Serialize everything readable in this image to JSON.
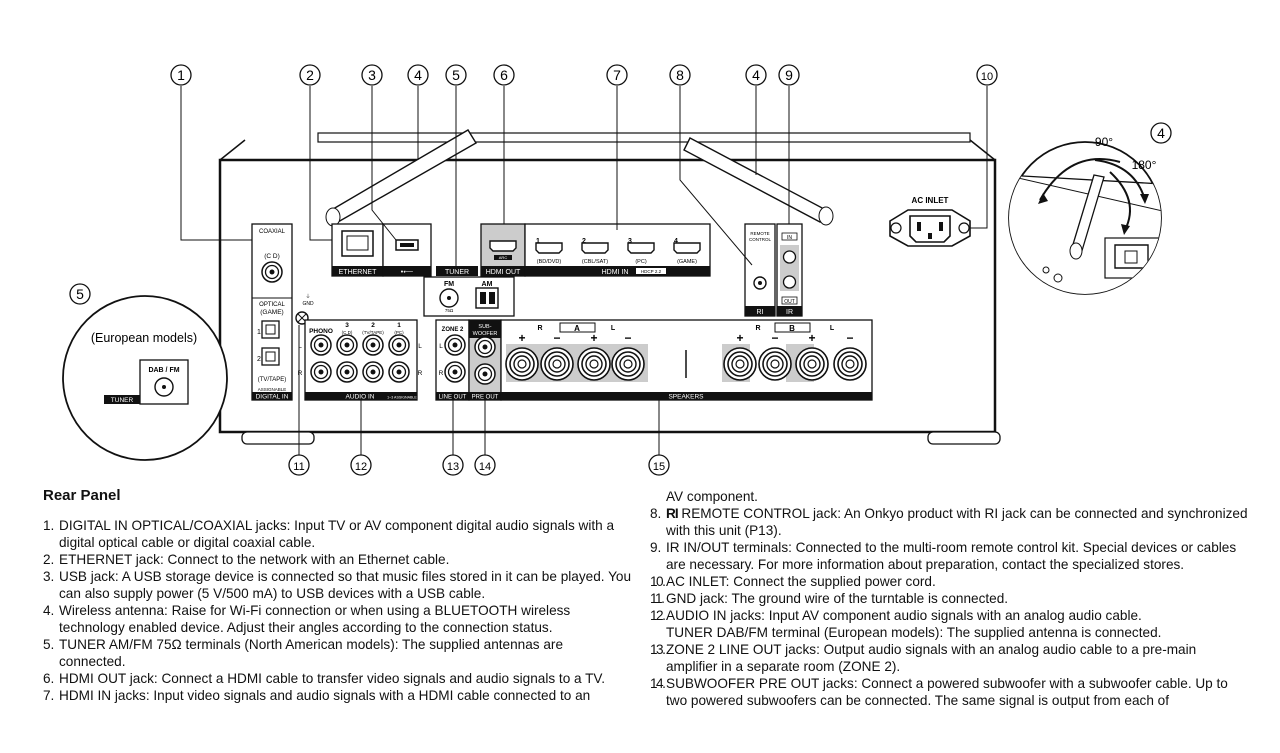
{
  "diagram": {
    "callouts": [
      "1",
      "2",
      "3",
      "4",
      "5",
      "6",
      "7",
      "8",
      "4",
      "9",
      "10",
      "4",
      "5",
      "11",
      "12",
      "13",
      "14",
      "15"
    ],
    "angles": {
      "a90": "90°",
      "a180": "180°"
    },
    "panel": {
      "coaxial": "COAXIAL",
      "cd": "(C D)",
      "optical": "OPTICAL",
      "game": "(GAME)",
      "tvtape": "(TV/TAPE)",
      "assignable": "ASSIGNABLE",
      "digital_in": "DIGITAL IN",
      "ethernet": "ETHERNET",
      "usb": "•⟵",
      "tuner": "TUNER",
      "hdmi_out": "HDMI OUT",
      "arc": "ARC",
      "hdmi_in": "HDMI IN",
      "hdcp": "HDCP 2.2",
      "hdmi_inputs": [
        {
          "n": "1",
          "l": "(BD/DVD)"
        },
        {
          "n": "2",
          "l": "(CBL/SAT)"
        },
        {
          "n": "3",
          "l": "(PC)"
        },
        {
          "n": "4",
          "l": "(GAME)"
        }
      ],
      "remote_control": "REMOTE CONTROL",
      "ri": "RI",
      "ir_in": "IN",
      "ir_out": "OUT",
      "ir": "IR",
      "ac_inlet": "AC INLET",
      "fm": "FM",
      "am": "AM",
      "ohm": "75Ω",
      "gnd": "GND",
      "phono": "PHONO",
      "audio_cols": [
        {
          "n": "3",
          "l": "(C D)"
        },
        {
          "n": "2",
          "l": "(TV/TAPE)"
        },
        {
          "n": "1",
          "l": "(PC)"
        }
      ],
      "audio_in": "AUDIO IN",
      "audio_in_note": "1~3 ASSIGNABLE",
      "zone2": "ZONE 2",
      "sub": "SUB-WOOFER",
      "line_out": "LINE OUT",
      "pre_out": "PRE OUT",
      "speakers": "SPEAKERS",
      "spk_a": "A",
      "spk_b": "B",
      "L": "L",
      "R": "R",
      "plus": "+",
      "minus": "−"
    },
    "inset": {
      "european": "(European models)",
      "dab_fm": "DAB / FM",
      "tuner": "TUNER"
    }
  },
  "doc": {
    "title": "Rear Panel",
    "left_items": [
      {
        "num": "1.",
        "text": "DIGITAL IN OPTICAL/COAXIAL jacks:  Input TV or AV component digital audio signals with a digital optical cable or digital coaxial cable."
      },
      {
        "num": "2.",
        "text": "ETHERNET jack:  Connect to the network with an Ethernet cable."
      },
      {
        "num": "3.",
        "text": "USB jack:  A USB storage device is connected so that music files stored in it can be played. You can also supply power (5 V/500 mA) to USB devices with a USB cable."
      },
      {
        "num": "4.",
        "text": "Wireless antenna:  Raise for Wi-Fi connection or when using a BLUETOOTH wireless technology enabled device. Adjust their angles according to the connection status."
      },
      {
        "num": "5.",
        "text": "TUNER AM/FM 75Ω terminals (North American models): The supplied antennas are connected."
      },
      {
        "num": "6.",
        "text": "HDMI OUT jack:  Connect a HDMI cable to transfer video signals and audio signals to a TV."
      },
      {
        "num": "7.",
        "text": "HDMI IN jacks:  Input video signals and audio signals with a HDMI cable connected to an"
      }
    ],
    "right_cont": "AV component.",
    "item8_num": "8.",
    "item8_icon": "RI",
    "item8_text": " REMOTE CONTROL jack: An Onkyo product with RI jack can be connected and synchronized with this unit (P13).",
    "right_items": [
      {
        "num": "9.",
        "text": "IR IN/OUT terminals:  Connected to the multi-room remote control kit. Special devices or cables are necessary. For more information about preparation, contact the specialized stores."
      },
      {
        "num": "10.",
        "text": "AC INLET: Connect the supplied power cord."
      },
      {
        "num": "11.",
        "text": "GND jack:  The ground wire of the turntable is connected."
      },
      {
        "num": "12.",
        "text": "AUDIO IN jacks:  Input AV component audio signals with an analog audio cable."
      }
    ],
    "item12_extra": "TUNER DAB/FM terminal (European models): The supplied antenna is connected.",
    "right_items2": [
      {
        "num": "13.",
        "text": "ZONE 2 LINE OUT jacks:  Output audio signals with an analog audio cable to a pre-main amplifier in a separate room (ZONE 2)."
      },
      {
        "num": "14.",
        "text": "SUBWOOFER PRE OUT jacks:  Connect a powered subwoofer with a subwoofer cable. Up to two powered subwoofers can be connected. The same signal is output from each of"
      }
    ]
  }
}
